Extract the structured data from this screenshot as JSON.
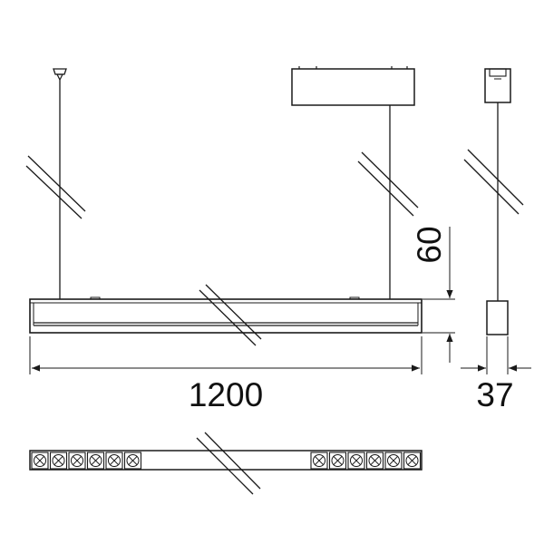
{
  "drawing": {
    "dim_length": "1200",
    "dim_height": "60",
    "dim_depth": "37"
  },
  "colors": {
    "line": "#1a1a1a",
    "background": "#ffffff"
  }
}
